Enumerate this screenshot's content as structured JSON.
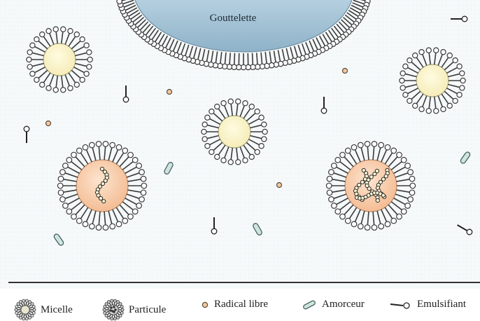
{
  "diagram": {
    "droplet_label": "Gouttelette",
    "colors": {
      "background": "#f6f9fa",
      "droplet": "#b8d3e1",
      "micelle_core": "#fbf6cf",
      "particle_core": "#f7c9a6",
      "lipid": "#3a3a3a",
      "initiator": "#cfe4de",
      "radical": "#f4c9a1"
    }
  },
  "legend": {
    "items": [
      {
        "id": "micelle",
        "label": "Micelle",
        "icon": "micelle-icon"
      },
      {
        "id": "particle",
        "label": "Particule",
        "icon": "particle-icon"
      },
      {
        "id": "radical",
        "label": "Radical libre",
        "icon": "radical-icon"
      },
      {
        "id": "initiator",
        "label": "Amorceur",
        "icon": "initiator-icon"
      },
      {
        "id": "emulsifier",
        "label": "Emulsifiant",
        "icon": "emulsifier-icon"
      }
    ]
  }
}
